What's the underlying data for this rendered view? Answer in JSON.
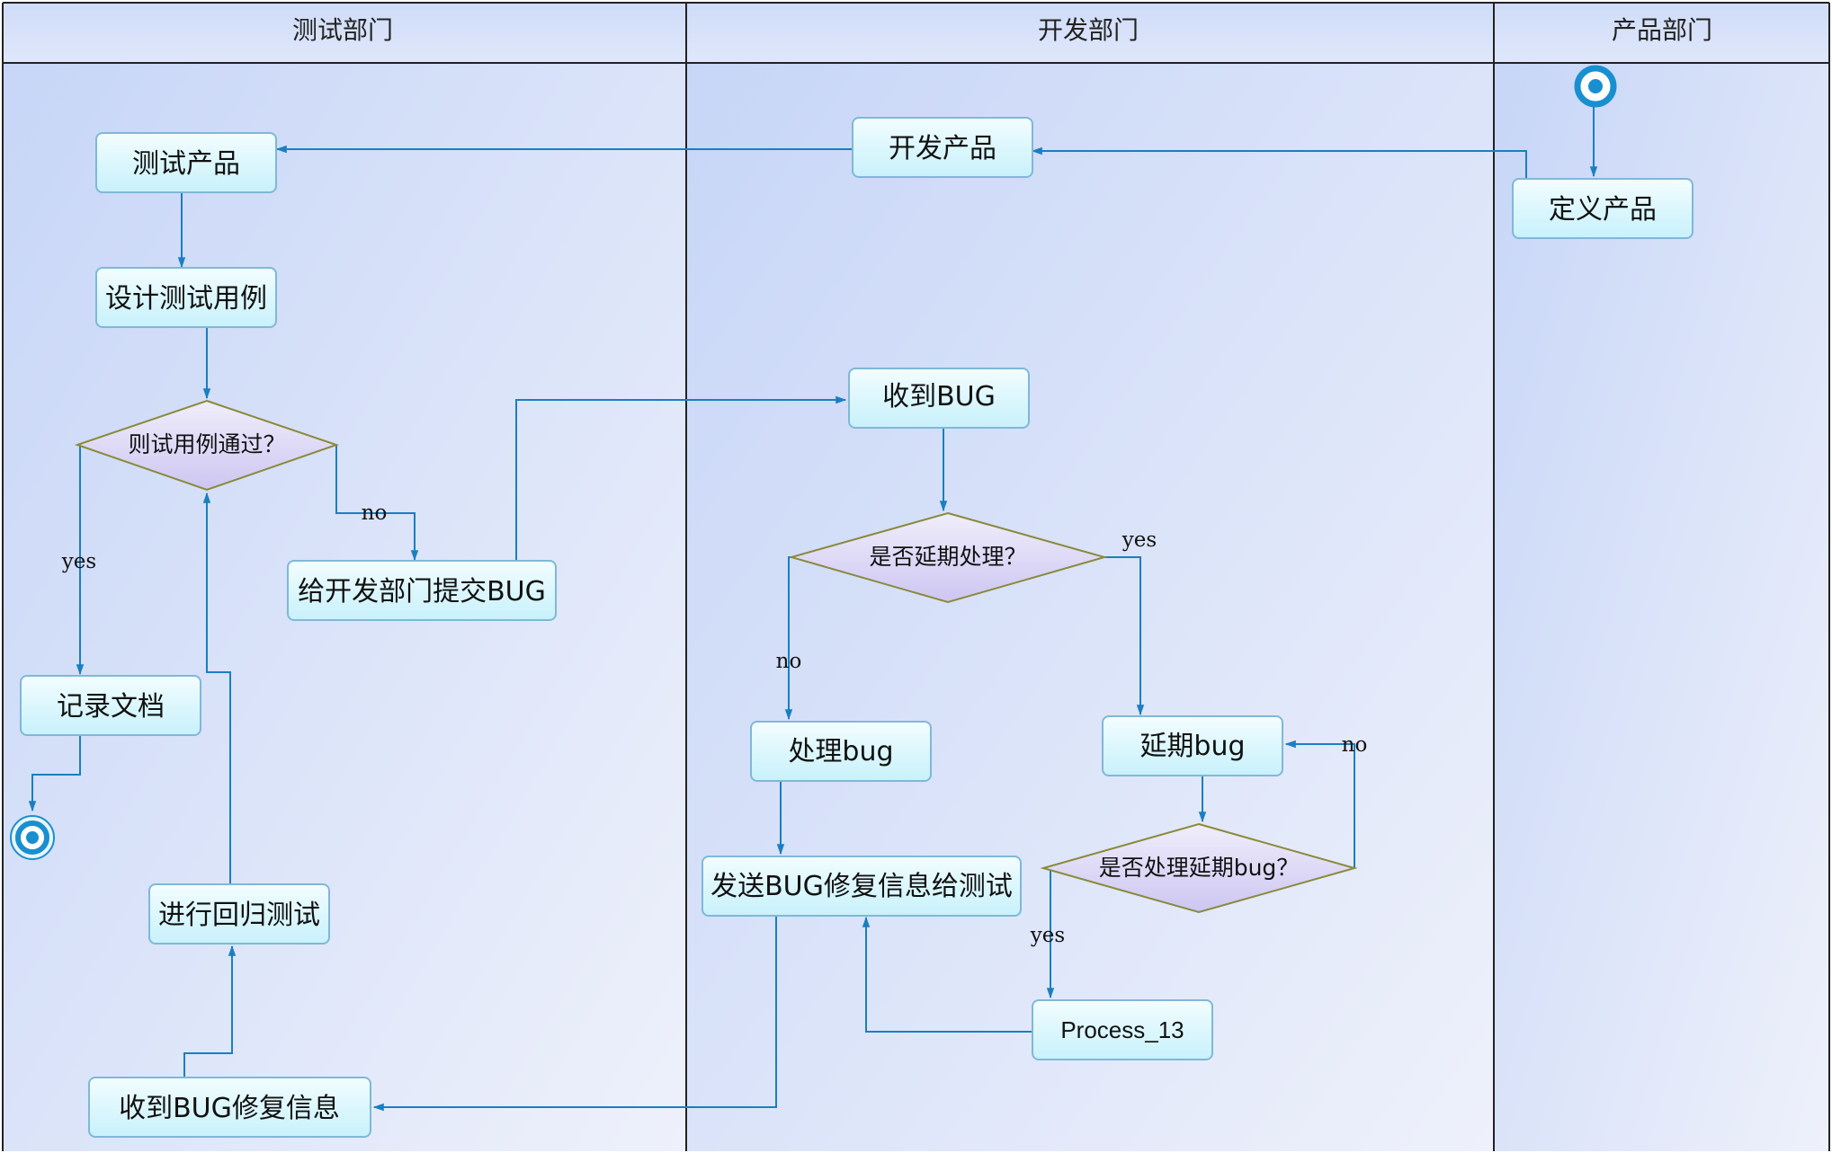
{
  "lanes": [
    {
      "id": "test",
      "title": "测试部门"
    },
    {
      "id": "dev",
      "title": "开发部门"
    },
    {
      "id": "product",
      "title": "产品部门"
    }
  ],
  "nodes": {
    "test_product": "测试产品",
    "design_cases": "设计测试用例",
    "cases_pass": "则试用例通过？",
    "submit_bug": "给开发部门提交BUG",
    "record_doc": "记录文档",
    "regression": "进行回归测试",
    "recv_fix_info": "收到BUG修复信息",
    "dev_product": "开发产品",
    "recv_bug": "收到BUG",
    "defer_decision": "是否延期处理？",
    "handle_bug": "处理bug",
    "defer_bug": "延期bug",
    "send_fix_info": "发送BUG修复信息给测试",
    "handle_deferred": "是否处理延期bug？",
    "process_13": "Process_13",
    "define_product": "定义产品"
  },
  "edge_labels": {
    "pass_yes": "yes",
    "pass_no": "no",
    "defer_yes": "yes",
    "defer_no": "no",
    "deferred_no": "no",
    "deferred_yes": "yes"
  },
  "colors": {
    "edge": "#1a7fc0",
    "lane_border": "#222222",
    "node_border": "#7fb8d8",
    "decision_border": "#8a8a3a",
    "lane_bg_start": "#c8d6f8",
    "lane_bg_end": "#eef2fc"
  }
}
